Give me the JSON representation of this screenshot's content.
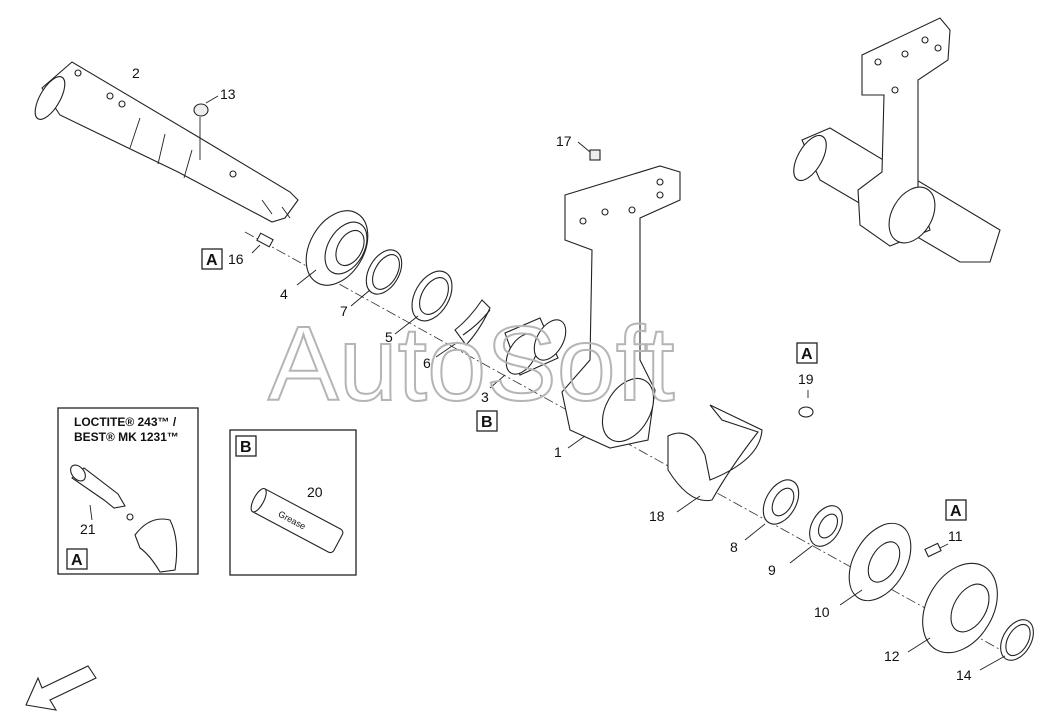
{
  "callouts": {
    "c1": "1",
    "c2": "2",
    "c3": "3",
    "c4": "4",
    "c5": "5",
    "c6": "6",
    "c7": "7",
    "c8": "8",
    "c9": "9",
    "c10": "10",
    "c11": "11",
    "c12": "12",
    "c13": "13",
    "c14": "14",
    "c16": "16",
    "c17": "17",
    "c18": "18",
    "c19": "19",
    "c20": "20",
    "c21": "21"
  },
  "reference_tags": {
    "a": "A",
    "b": "B"
  },
  "legend_a": {
    "line1": "LOCTITE® 243™ /",
    "line2": "BEST® MK 1231™",
    "tag": "A"
  },
  "legend_b": {
    "tag": "B",
    "tube_text": "Grease"
  },
  "watermark": "AutoSoft",
  "colors": {
    "line": "#222222",
    "watermark": "#b5b5b5",
    "background": "#ffffff"
  }
}
